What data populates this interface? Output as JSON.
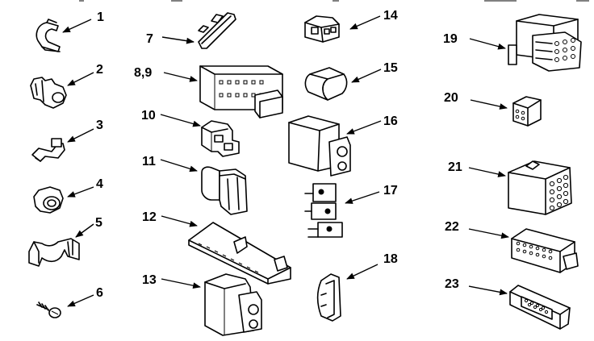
{
  "diagram": {
    "parts": [
      {
        "number": "1"
      },
      {
        "number": "2"
      },
      {
        "number": "3"
      },
      {
        "number": "4"
      },
      {
        "number": "5"
      },
      {
        "number": "6"
      },
      {
        "number": "7"
      },
      {
        "number": "8,9"
      },
      {
        "number": "10"
      },
      {
        "number": "11"
      },
      {
        "number": "12"
      },
      {
        "number": "13"
      },
      {
        "number": "14"
      },
      {
        "number": "15"
      },
      {
        "number": "16"
      },
      {
        "number": "17"
      },
      {
        "number": "18"
      },
      {
        "number": "19"
      },
      {
        "number": "20"
      },
      {
        "number": "21"
      },
      {
        "number": "22"
      },
      {
        "number": "23"
      }
    ]
  }
}
